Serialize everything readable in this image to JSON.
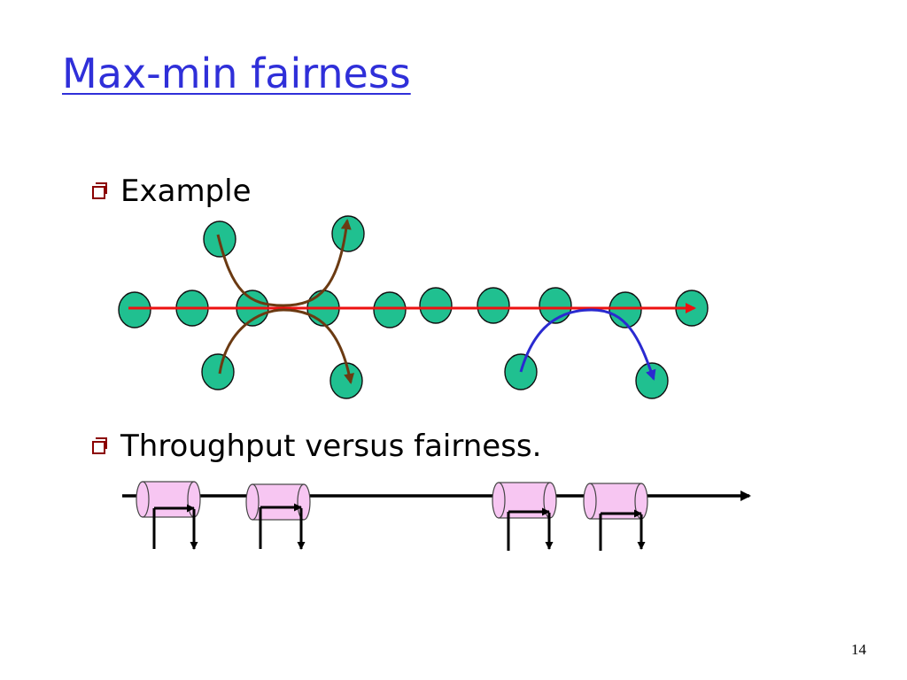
{
  "slide": {
    "title": "Max-min fairness",
    "bullets": [
      {
        "text": "Example"
      },
      {
        "text": "Throughput versus fairness."
      }
    ],
    "page_number": "14"
  },
  "colors": {
    "title": "#2f2fd9",
    "node_fill": "#20c090",
    "node_stroke": "#111111",
    "red_flow": "#ee1111",
    "brown_flow": "#6b3a12",
    "blue_flow": "#2a2ad0",
    "queue_fill": "#f7c6f2",
    "bullet_marker": "#8b0000"
  },
  "icons": {
    "bullet": "hollow-square-bullet-icon",
    "node": "network-node-icon",
    "queue": "router-queue-icon"
  }
}
